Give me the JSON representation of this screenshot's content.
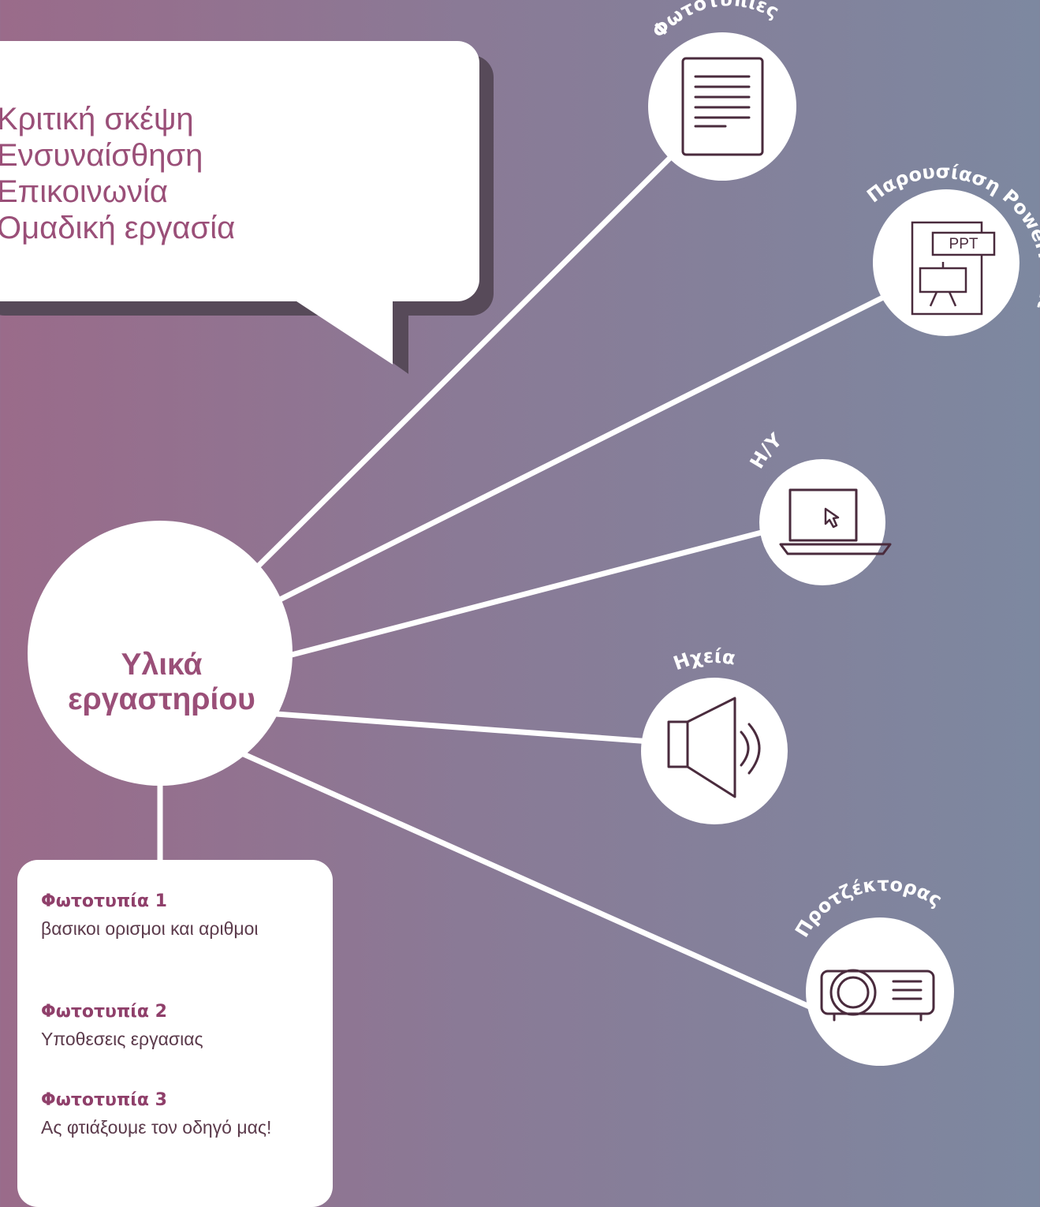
{
  "skills": {
    "items": [
      "Κριτική σκέψη",
      "Ενσυναίσθηση",
      "Επικοινωνία",
      "Ομαδική εργασία"
    ]
  },
  "center": {
    "line1": "Υλικά",
    "line2": "εργαστηρίου"
  },
  "nodes": [
    {
      "label": "Φωτοτυπίες",
      "icon": "document-icon"
    },
    {
      "label": "Παρουσίαση PowerPoint",
      "icon": "presentation-icon",
      "badge": "PPT"
    },
    {
      "label": "Η/Υ",
      "icon": "laptop-icon"
    },
    {
      "label": "Ηχεία",
      "icon": "speaker-icon"
    },
    {
      "label": "Προτζέκτορας",
      "icon": "projector-icon"
    }
  ],
  "notes": [
    {
      "title": "Φωτοτυπία 1",
      "text": "βασικοι ορισμοι και αριθμοι"
    },
    {
      "title": "Φωτοτυπία 2",
      "text": "Υποθεσεις εργασιας"
    },
    {
      "title": "Φωτοτυπία 3",
      "text": "Ας φτιάξουμε τον οδηγό μας!"
    }
  ],
  "colors": {
    "accent": "#9a4f78",
    "icon_stroke": "#4a2b3d",
    "shadow": "#574a59"
  }
}
